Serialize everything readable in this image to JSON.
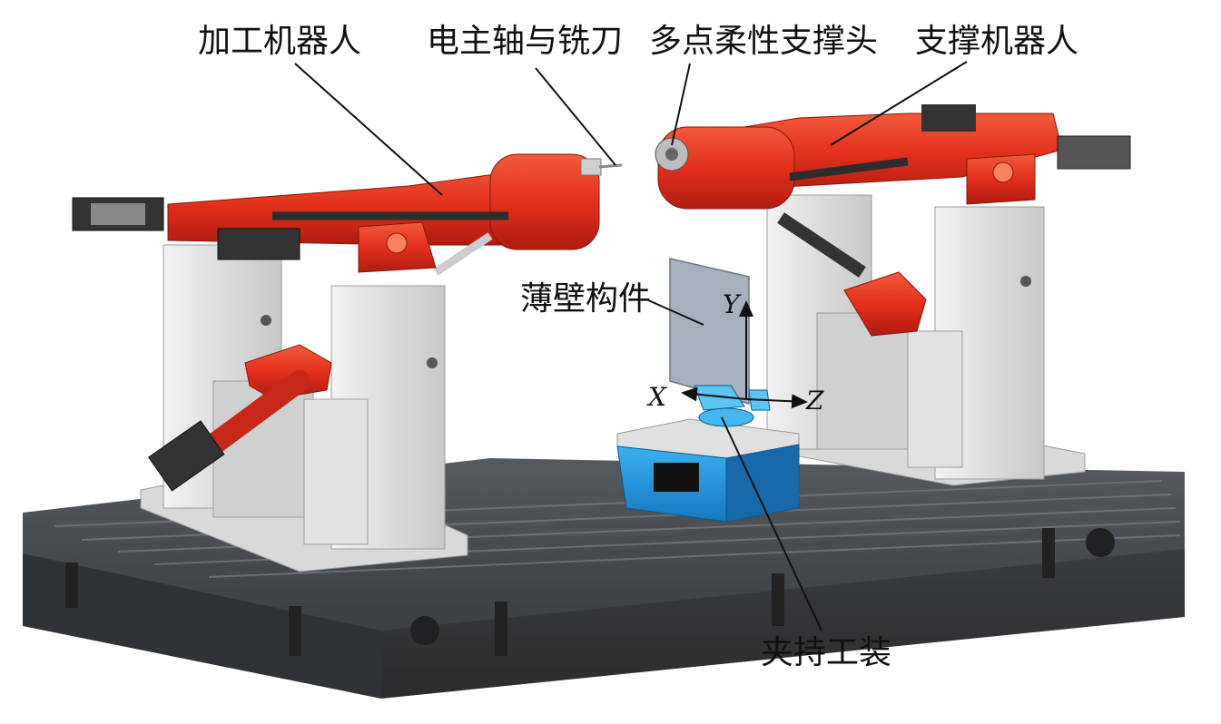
{
  "labels": {
    "machining_robot": "加工机器人",
    "spindle_cutter": "电主轴与铣刀",
    "flexible_support_head": "多点柔性支撑头",
    "support_robot": "支撑机器人",
    "thin_wall_part": "薄壁构件",
    "fixture": "夹持工装"
  },
  "axes": {
    "x": "X",
    "y": "Y",
    "z": "Z"
  },
  "colors": {
    "robot_red": "#e8311f",
    "robot_red_dark": "#b51f12",
    "pedestal_grey": "#e6e6e6",
    "table_dark": "#3c4044",
    "fixture_blue": "#1e8fd6",
    "part_grey": "#a7b0bc"
  }
}
